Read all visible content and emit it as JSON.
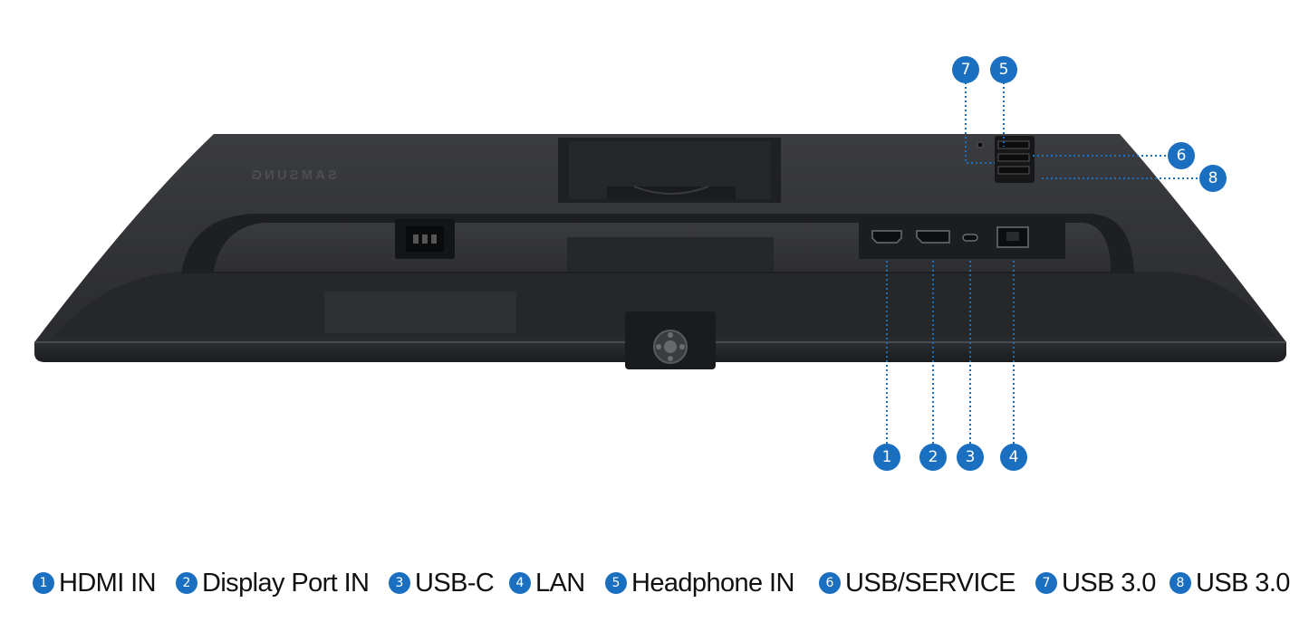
{
  "brand_logo": "SAMSUNG",
  "accent_color": "#1a6fc0",
  "monitor_color": "#2a2b2d",
  "ports": [
    {
      "number": "1",
      "label": "HDMI IN"
    },
    {
      "number": "2",
      "label": "Display Port IN"
    },
    {
      "number": "3",
      "label": "USB-C"
    },
    {
      "number": "4",
      "label": "LAN"
    },
    {
      "number": "5",
      "label": "Headphone IN"
    },
    {
      "number": "6",
      "label": "USB/SERVICE"
    },
    {
      "number": "7",
      "label": "USB 3.0"
    },
    {
      "number": "8",
      "label": "USB 3.0"
    }
  ]
}
